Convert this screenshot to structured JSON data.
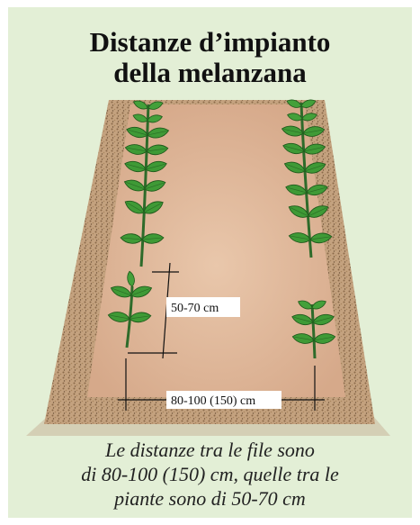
{
  "title": {
    "line1": "Distanze d’impianto",
    "line2": "della melanzana"
  },
  "labels": {
    "plant_spacing": "50-70 cm",
    "row_spacing": "80-100 (150) cm"
  },
  "caption": {
    "line1": "Le distanze tra le file sono",
    "line2": "di 80-100 (150) cm, quelle tra le",
    "line3": "piante sono di 50-70 cm"
  },
  "colors": {
    "background": "#e3efd6",
    "soil": "#dcb394",
    "leaf": "#3f9a36",
    "stem": "#2e6b2a"
  }
}
